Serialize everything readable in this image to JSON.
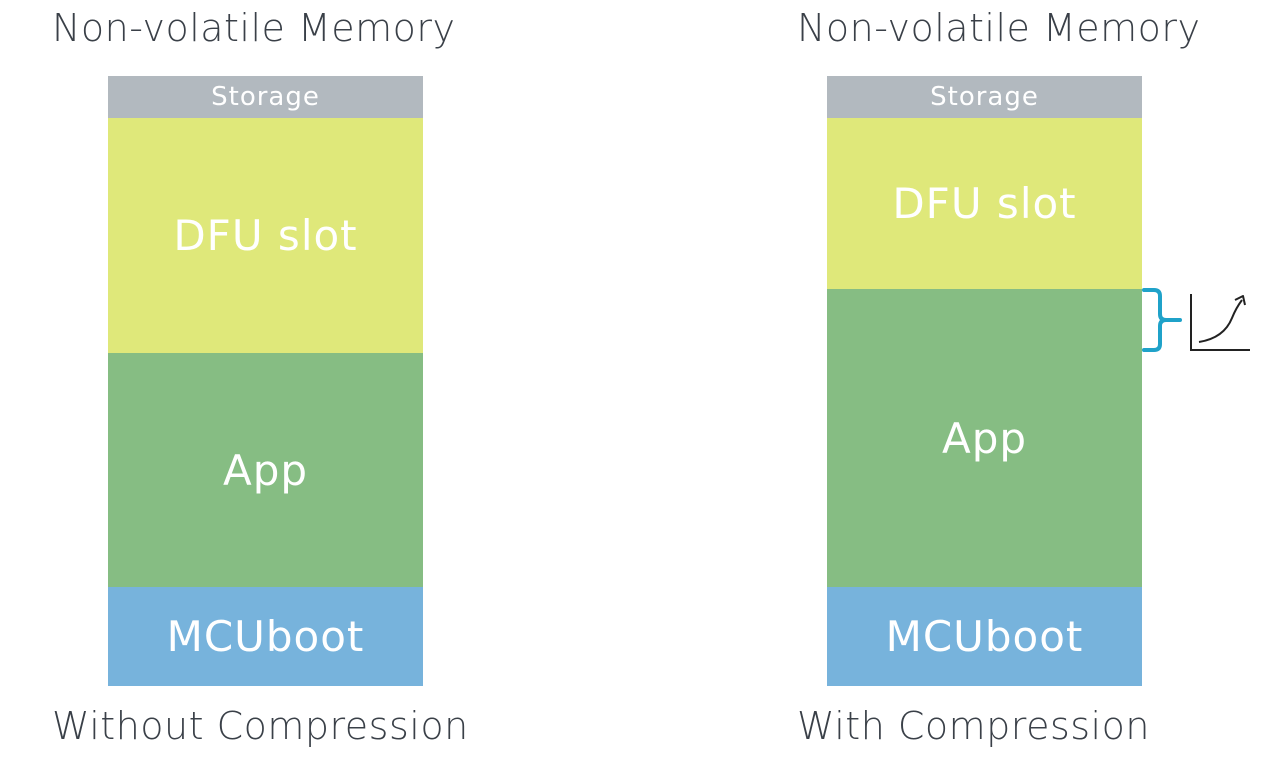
{
  "left": {
    "title": "Non-volatile Memory",
    "caption": "Without Compression",
    "blocks": {
      "storage": "Storage",
      "dfu": "DFU slot",
      "app": "App",
      "mcuboot": "MCUboot"
    }
  },
  "right": {
    "title": "Non-volatile Memory",
    "caption": "With Compression",
    "blocks": {
      "storage": "Storage",
      "dfu": "DFU slot",
      "app": "App",
      "mcuboot": "MCUboot"
    }
  },
  "colors": {
    "storage": "#b2b9bf",
    "dfu": "#dfe87a",
    "app": "#86bd83",
    "mcuboot": "#77b3dc",
    "brace": "#1fa2c9",
    "text": "#3a4048"
  },
  "icons": {
    "brace": "curly-brace-icon",
    "growth": "growth-curve-icon"
  }
}
